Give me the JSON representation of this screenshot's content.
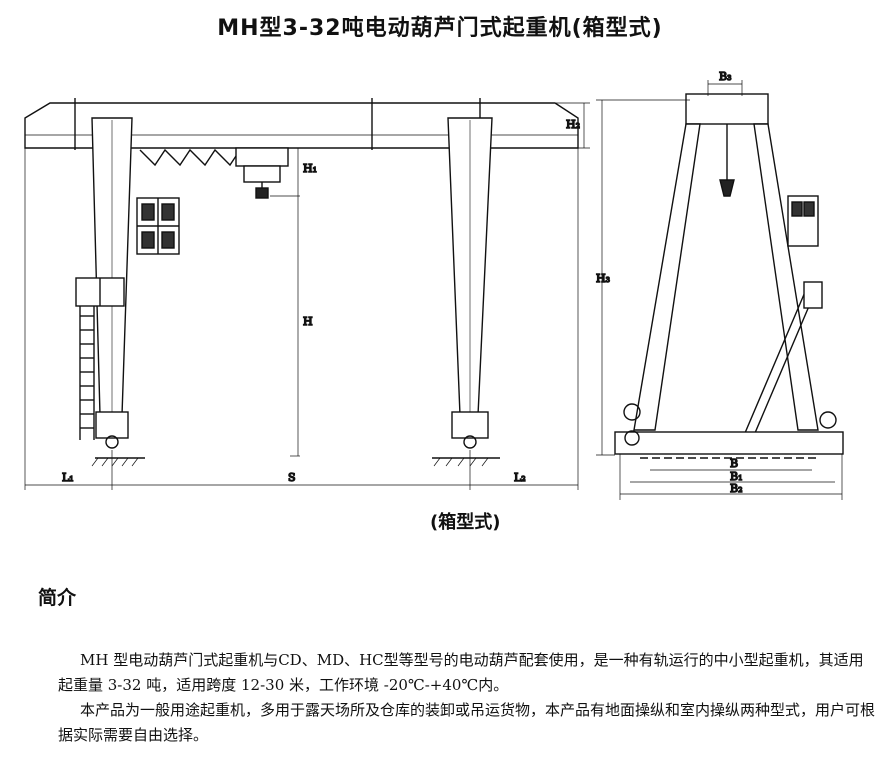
{
  "title": "MH型3-32吨电动葫芦门式起重机(箱型式)",
  "front_view": {
    "dim_labels": {
      "h2": "H₂",
      "h1": "H₁",
      "h": "H",
      "l1": "L₁",
      "s": "S",
      "l2": "L₂"
    }
  },
  "side_view": {
    "dim_labels": {
      "b3": "B₃",
      "h3": "H₃",
      "b": "B",
      "b1": "B₁",
      "b2": "B₂"
    }
  },
  "caption": "(箱型式)",
  "section_title": "简介",
  "paragraphs": [
    "MH 型电动葫芦门式起重机与CD、MD、HC型等型号的电动葫芦配套使用，是一种有轨运行的中小型起重机，其适用起重量 3-32 吨，适用跨度 12-30 米，工作环境 -20℃-+40℃内。",
    "本产品为一般用途起重机，多用于露天场所及仓库的装卸或吊运货物，本产品有地面操纵和室内操纵两种型式，用户可根据实际需要自由选择。"
  ]
}
